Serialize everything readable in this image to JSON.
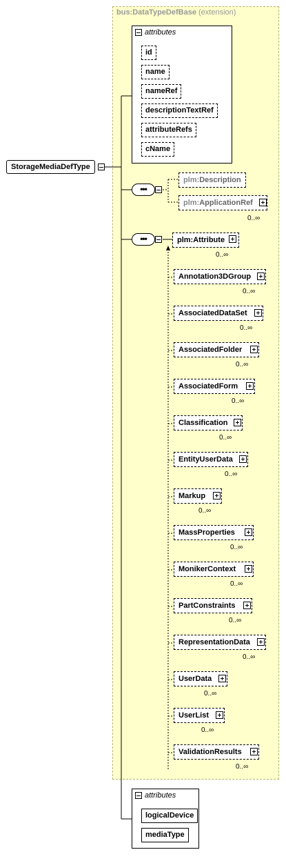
{
  "extension": {
    "name": "bus:DataTypeDefBase",
    "note": "(extension)"
  },
  "attributes_label": "attributes",
  "base_attributes": [
    "id",
    "name",
    "nameRef",
    "descriptionTextRef",
    "attributeRefs",
    "cName"
  ],
  "root": {
    "name": "StorageMediaDefType"
  },
  "sequence1": [
    {
      "prefix": "plm:",
      "name": "Description",
      "cardinality": ""
    },
    {
      "prefix": "plm:",
      "name": "ApplicationRef",
      "cardinality": "0..∞"
    }
  ],
  "sequence2_head": {
    "prefix": "plm:",
    "name": "Attribute",
    "cardinality": "0..∞"
  },
  "substitutions": [
    {
      "name": "Annotation3DGroup",
      "cardinality": "0..∞"
    },
    {
      "name": "AssociatedDataSet",
      "cardinality": "0..∞"
    },
    {
      "name": "AssociatedFolder",
      "cardinality": "0..∞"
    },
    {
      "name": "AssociatedForm",
      "cardinality": "0..∞"
    },
    {
      "name": "Classification",
      "cardinality": "0..∞"
    },
    {
      "name": "EntityUserData",
      "cardinality": "0..∞"
    },
    {
      "name": "Markup",
      "cardinality": "0..∞"
    },
    {
      "name": "MassProperties",
      "cardinality": "0..∞"
    },
    {
      "name": "MonikerContext",
      "cardinality": "0..∞"
    },
    {
      "name": "PartConstraints",
      "cardinality": "0..∞"
    },
    {
      "name": "RepresentationData",
      "cardinality": "0..∞"
    },
    {
      "name": "UserData",
      "cardinality": "0..∞"
    },
    {
      "name": "UserList",
      "cardinality": "0..∞"
    },
    {
      "name": "ValidationResults",
      "cardinality": "0..∞"
    }
  ],
  "own_attributes": [
    "logicalDevice",
    "mediaType"
  ]
}
